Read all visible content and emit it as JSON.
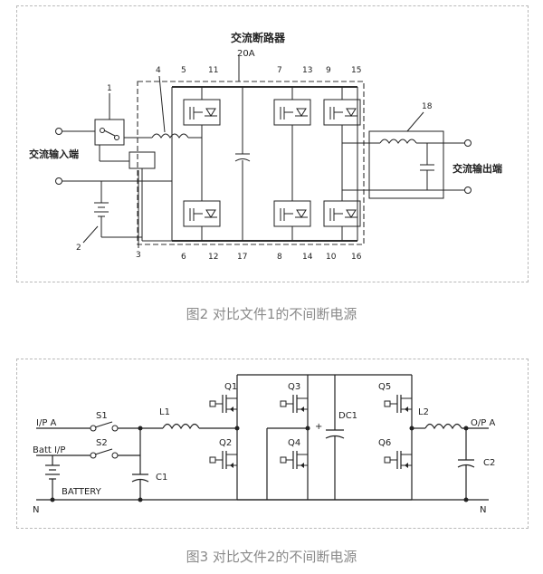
{
  "figure1": {
    "caption": "图2 对比文件1的不间断电源",
    "breaker_label": "交流断路器",
    "breaker_rating": "20A",
    "ac_input_label": "交流输入端",
    "ac_output_label": "交流输出端",
    "ref_numbers": [
      "1",
      "2",
      "3",
      "4",
      "5",
      "11",
      "7",
      "13",
      "9",
      "15",
      "6",
      "12",
      "17",
      "8",
      "14",
      "10",
      "16",
      "18"
    ]
  },
  "figure2": {
    "caption": "图3 对比文件2的不间断电源",
    "labels": {
      "ip_a": "I/P A",
      "batt_ip": "Batt I/P",
      "battery": "BATTERY",
      "n_left": "N",
      "n_right": "N",
      "op_a": "O/P A",
      "s1": "S1",
      "s2": "S2",
      "l1": "L1",
      "l2": "L2",
      "c1": "C1",
      "c2": "C2",
      "dc1": "DC1",
      "q1": "Q1",
      "q2": "Q2",
      "q3": "Q3",
      "q4": "Q4",
      "q5": "Q5",
      "q6": "Q6",
      "plus": "+"
    }
  }
}
